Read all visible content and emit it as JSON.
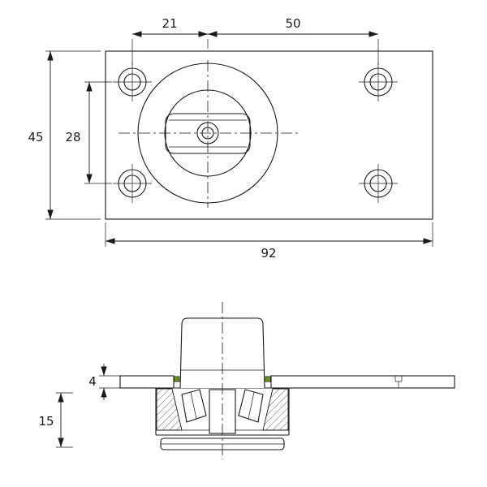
{
  "drawing": {
    "colors": {
      "line": "#1a1a1a",
      "seal": "#6b8e23"
    },
    "top_view": {
      "dims": {
        "hole_offset_left": "21",
        "hole_offset_right": "50",
        "plate_height": "45",
        "hole_row_spacing": "28",
        "plate_width": "92"
      }
    },
    "side_view": {
      "dims": {
        "plate_thickness": "4",
        "housing_depth": "15"
      }
    }
  }
}
